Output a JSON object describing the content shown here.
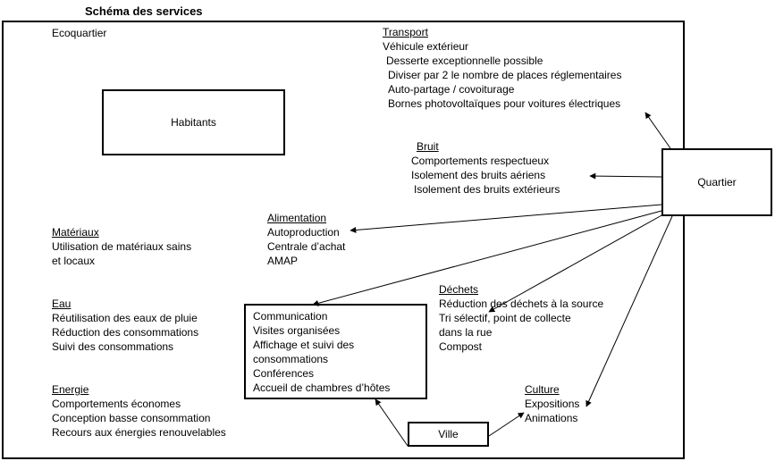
{
  "title": "Schéma des services",
  "ecoquartier": "Ecoquartier",
  "nodes": {
    "habitants": "Habitants",
    "quartier": "Quartier",
    "ville": "Ville"
  },
  "transport": {
    "heading": "Transport",
    "items": [
      "Véhicule extérieur",
      "Desserte exceptionnelle possible",
      "Diviser par 2 le nombre de places réglementaires",
      "Auto-partage / covoiturage",
      "Bornes photovoltaïques pour voitures électriques"
    ]
  },
  "bruit": {
    "heading": "Bruit",
    "items": [
      "Comportements respectueux",
      "Isolement des bruits aériens",
      "Isolement des bruits extérieurs"
    ]
  },
  "alimentation": {
    "heading": "Alimentation",
    "items": [
      "Autoproduction",
      "Centrale d’achat",
      "AMAP"
    ]
  },
  "materiaux": {
    "heading": "Matériaux",
    "items": [
      "Utilisation de matériaux sains",
      "et locaux"
    ]
  },
  "eau": {
    "heading": "Eau",
    "items": [
      "Réutilisation des eaux de pluie",
      "Réduction des consommations",
      "Suivi des consommations"
    ]
  },
  "energie": {
    "heading": "Energie",
    "items": [
      "Comportements économes",
      "Conception basse consommation",
      "Recours aux énergies renouvelables"
    ]
  },
  "communication": {
    "items": [
      "Communication",
      "Visites organisées",
      "Affichage et suivi des",
      "consommations",
      "Conférences",
      "Accueil de chambres d’hôtes"
    ]
  },
  "dechets": {
    "heading": "Déchets",
    "items": [
      "Réduction des déchets à la source",
      "Tri sélectif, point de collecte",
      "dans la rue",
      "Compost"
    ]
  },
  "culture": {
    "heading": "Culture",
    "items": [
      "Expositions",
      "Animations"
    ]
  }
}
